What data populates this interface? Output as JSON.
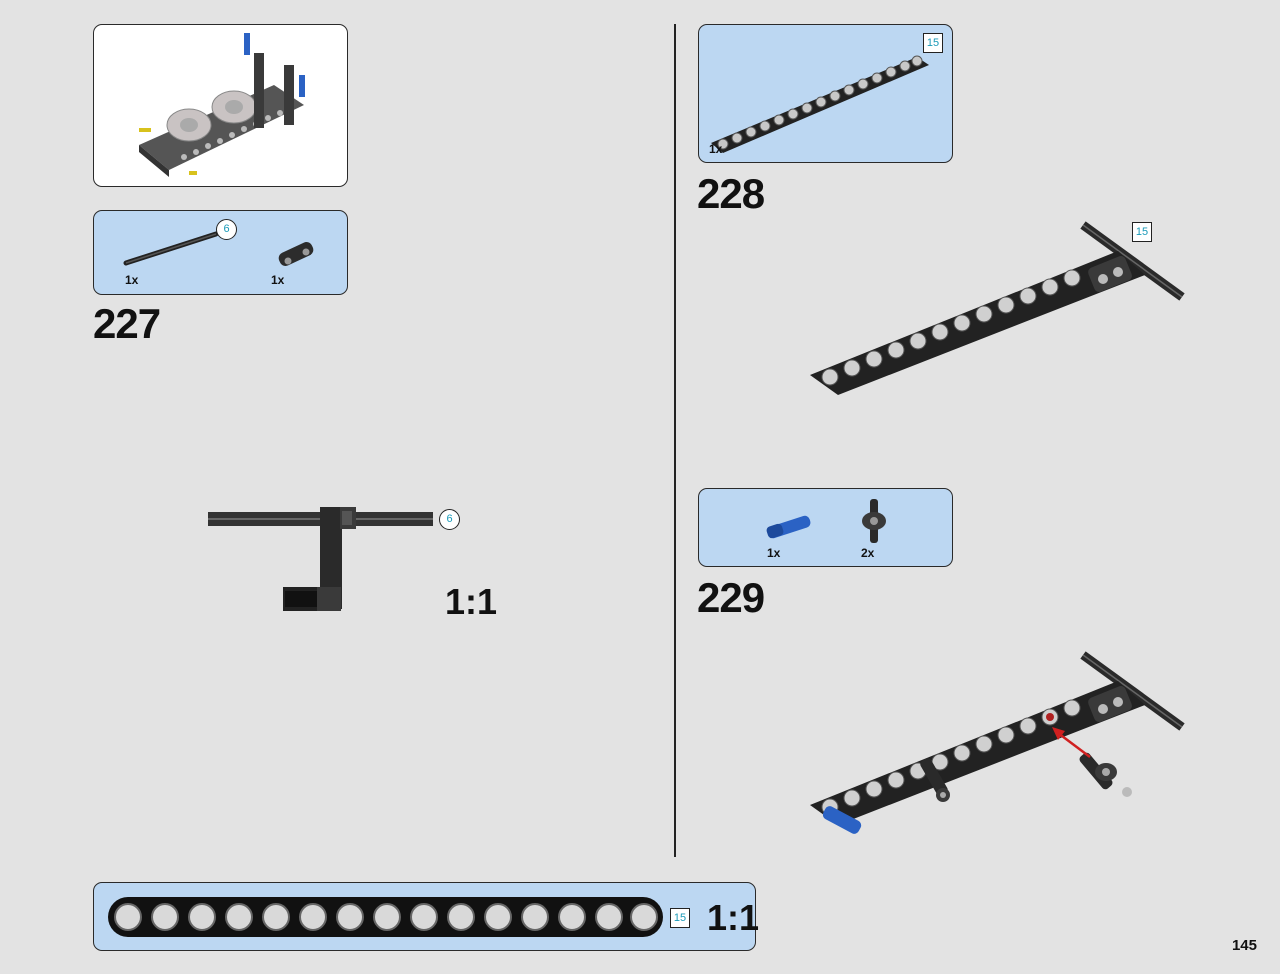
{
  "page": {
    "number": "145"
  },
  "steps": [
    {
      "number": "227",
      "parts": [
        {
          "qty": "1x",
          "item": "axle",
          "length": "6"
        },
        {
          "qty": "1x",
          "item": "connector"
        }
      ],
      "scale_callout": {
        "scale": "1:1",
        "length": "6"
      }
    },
    {
      "number": "228",
      "parts": [
        {
          "qty": "1x",
          "item": "beam",
          "length": "15"
        }
      ],
      "assembly_length": "15"
    },
    {
      "number": "229",
      "parts": [
        {
          "qty": "1x",
          "item": "blue-pin"
        },
        {
          "qty": "2x",
          "item": "black-connector"
        }
      ]
    }
  ],
  "bottom_callout": {
    "length": "15",
    "scale": "1:1"
  },
  "colors": {
    "parts_panel": "#bcd7f2",
    "background": "#e3e3e3",
    "length_label": "#1a9ab8",
    "arrow": "#d02020",
    "blue_part": "#2b62c4"
  }
}
